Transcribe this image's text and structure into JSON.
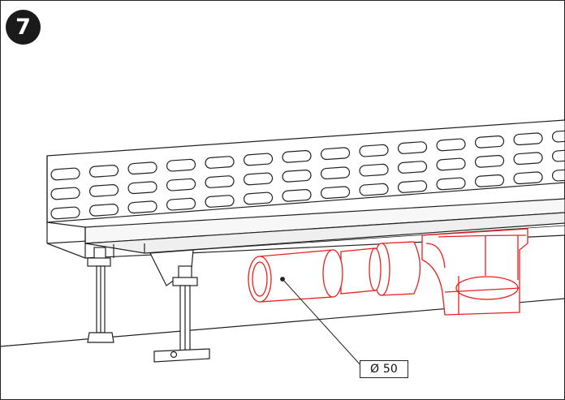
{
  "step": {
    "number": "7"
  },
  "annotation": {
    "diameter_label": "Ø 50"
  },
  "colors": {
    "line": "#222222",
    "highlight": "#e8201e",
    "badge": "#1a1a1a",
    "background": "#ffffff"
  },
  "parts": [
    "drain-channel",
    "perforated-wall",
    "adjustable-leg",
    "drain-trap",
    "pipe-connector"
  ]
}
